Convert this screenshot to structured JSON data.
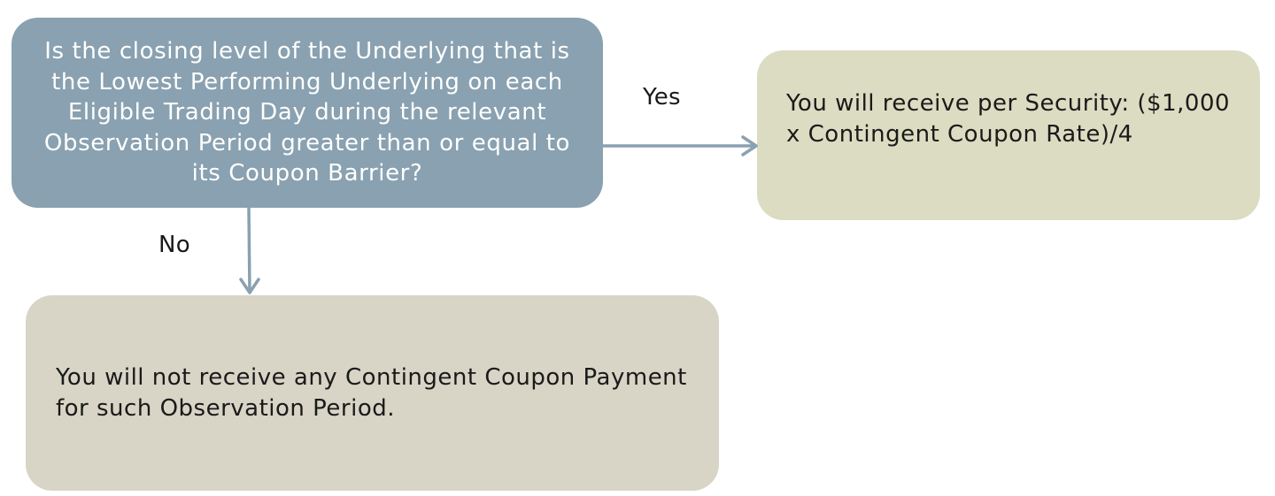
{
  "question": {
    "text": "Is the closing level of the Underlying that is the Lowest Performing Underlying on each Eligible Trading Day during the relevant Observation Period greater than or equal to its Coupon Barrier?"
  },
  "yes_branch": {
    "label": "Yes",
    "outcome": "You will receive per Security: ($1,000 x Contingent Coupon Rate)/4"
  },
  "no_branch": {
    "label": "No",
    "outcome": "You will not receive any Contingent Coupon Payment for such Observation Period."
  },
  "colors": {
    "question_box": "#89a1b0",
    "yes_box": "#dcdcc2",
    "no_box": "#d8d4c6",
    "arrow": "#89a1b0"
  }
}
